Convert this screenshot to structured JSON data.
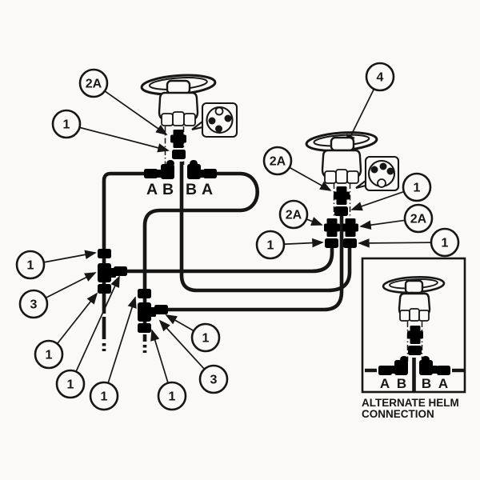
{
  "diagram": {
    "title": "Dual-station hydraulic helm connection diagram",
    "colors": {
      "ink": "#161616",
      "paper": "#faf9f7"
    },
    "manifold_labels": [
      "A",
      "B",
      "B",
      "A"
    ],
    "inset_manifold_labels": [
      "A",
      "B",
      "B",
      "A"
    ],
    "caption": {
      "line1": "ALTERNATE HELM",
      "line2": "CONNECTION"
    },
    "callouts": [
      {
        "label": "2A"
      },
      {
        "label": "1"
      },
      {
        "label": "4"
      },
      {
        "label": "2A"
      },
      {
        "label": "1"
      },
      {
        "label": "2A"
      },
      {
        "label": "2A"
      },
      {
        "label": "1"
      },
      {
        "label": "1"
      },
      {
        "label": "1"
      },
      {
        "label": "3"
      },
      {
        "label": "1"
      },
      {
        "label": "1"
      },
      {
        "label": "1"
      },
      {
        "label": "1"
      },
      {
        "label": "3"
      },
      {
        "label": "1"
      }
    ],
    "port_details": {
      "left_helm_bubble": {
        "open_port": "top",
        "filled_ports": [
          "left",
          "right",
          "bottom"
        ]
      },
      "right_helm_bubble": {
        "open_port": "bottom",
        "filled_ports": [
          "upper-left",
          "top",
          "upper-right"
        ]
      }
    }
  }
}
